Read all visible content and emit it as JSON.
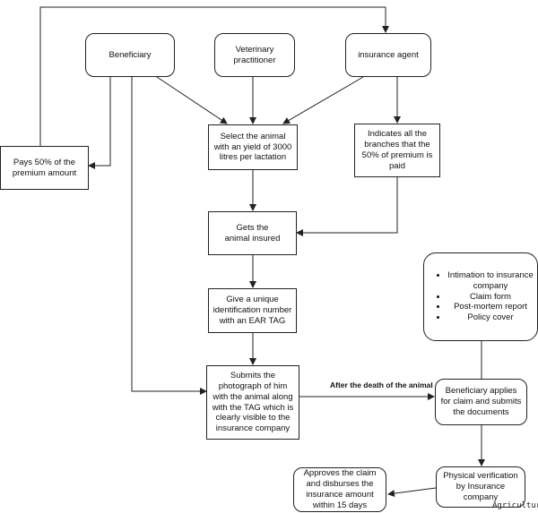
{
  "nodes": {
    "beneficiary": "Beneficiary",
    "veterinary": "Veterinary practitioner",
    "insurance_agent": "insurance agent",
    "pays_premium": "Pays 50% of the premium amount",
    "select_animal": "Select the animal with an yield of 3000 litres per lactation",
    "indicates_branches": "Indicates all the branches that the 50% of premium is paid",
    "gets_insured": "Gets the animal insured",
    "unique_id": "Give a unique identification number with an EAR TAG",
    "submits_photo": "Submits the photograph of him with the animal along with the TAG which is clearly visible to the insurance company",
    "applies_claim": "Beneficiary applies for claim and submits the documents",
    "physical_verification": "Physical verification by Insurance company",
    "approves_claim": "Approves the claim and disburses the insurance amount within 15 days"
  },
  "documents": [
    "Intimation to insurance company",
    "Claim form",
    "Post-mortem report",
    "Policy cover"
  ],
  "edge_label": "After the death of the animal",
  "watermark": "Agriculture"
}
